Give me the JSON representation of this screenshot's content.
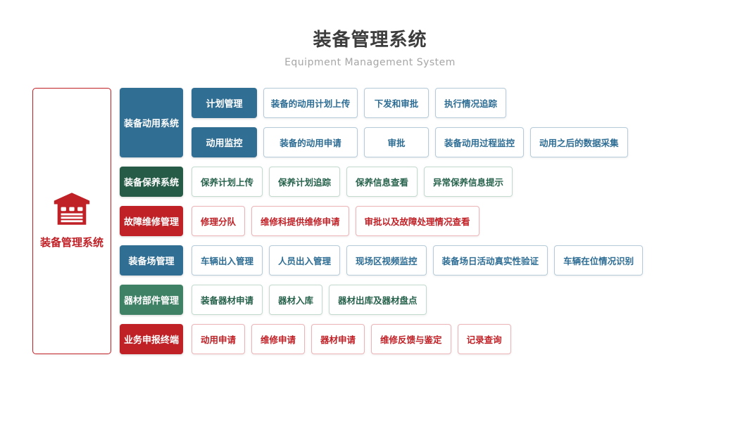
{
  "header": {
    "title": "装备管理系统",
    "subtitle": "Equipment Management System"
  },
  "root": {
    "label": "装备管理系统",
    "icon": "warehouse-icon"
  },
  "colors": {
    "blue_solid": "#316e93",
    "blue_text": "#2e6d94",
    "blue_border": "#b5cbda",
    "green_dark_solid": "#265c47",
    "green_solid": "#3e8165",
    "green_text": "#27624c",
    "green_border": "#c3dacf",
    "red_solid": "#c02127",
    "red_text": "#c02127",
    "red_border": "#ecb4b7",
    "root_border": "#c02127",
    "title_text": "#3c3c3c",
    "subtitle_text": "#a6a6a6"
  },
  "groups": [
    {
      "category": "装备动用系统",
      "theme": "blue",
      "rows": [
        {
          "lead": "计划管理",
          "items": [
            "装备的动用计划上传",
            "下发和审批",
            "执行情况追踪"
          ]
        },
        {
          "lead": "动用监控",
          "items": [
            "装备的动用申请",
            "审批",
            "装备动用过程监控",
            "动用之后的数据采集"
          ]
        }
      ]
    },
    {
      "category": "装备保养系统",
      "theme": "green-dark",
      "items": [
        "保养计划上传",
        "保养计划追踪",
        "保养信息查看",
        "异常保养信息提示"
      ]
    },
    {
      "category": "故障维修管理",
      "theme": "red",
      "items": [
        "修理分队",
        "维修科提供维修申请",
        "审批以及故障处理情况查看"
      ]
    },
    {
      "category": "装备场管理",
      "theme": "blue",
      "items": [
        "车辆出入管理",
        "人员出入管理",
        "现场区视频监控",
        "装备场日活动真实性验证",
        "车辆在位情况识别"
      ]
    },
    {
      "category": "器材部件管理",
      "theme": "green",
      "items": [
        "装备器材申请",
        "器材入库",
        "器材出库及器材盘点"
      ]
    },
    {
      "category": "业务申报终端",
      "theme": "red",
      "items": [
        "动用申请",
        "维修申请",
        "器材申请",
        "维修反馈与鉴定",
        "记录查询"
      ]
    }
  ]
}
